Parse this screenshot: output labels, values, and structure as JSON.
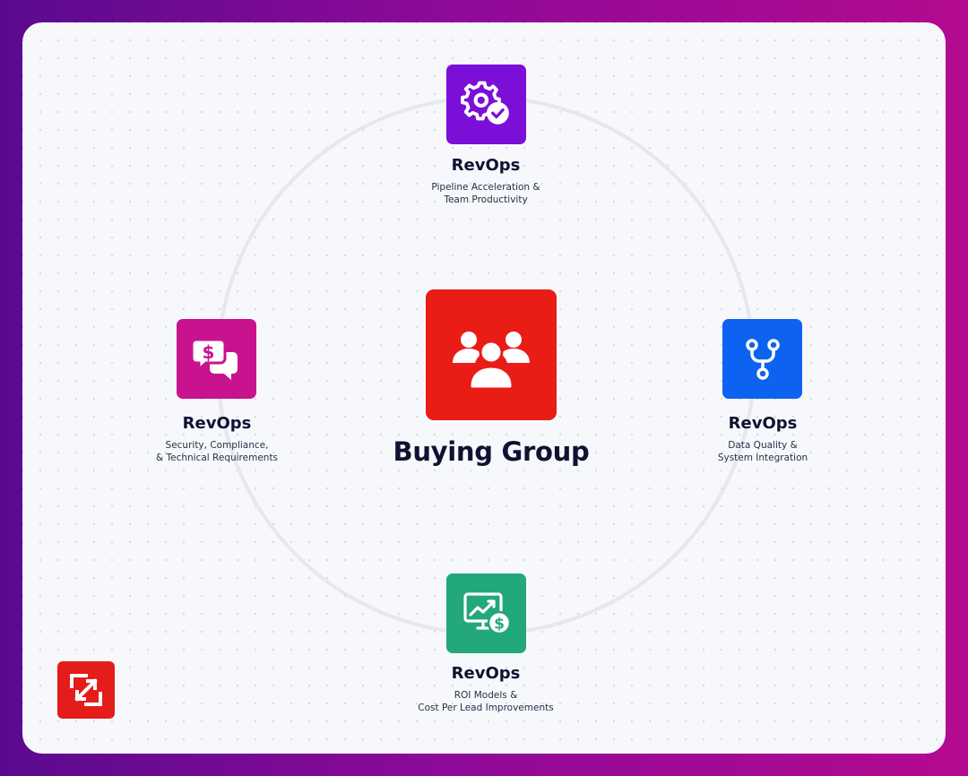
{
  "diagram": {
    "center": {
      "title": "Buying Group",
      "icon": "people-group-icon",
      "color": "#ea1c16"
    },
    "nodes": [
      {
        "position": "top",
        "title": "RevOps",
        "lines": [
          "Pipeline Acceleration &",
          "Team Productivity"
        ],
        "icon": "gear-check-icon",
        "color": "#7b0fd8"
      },
      {
        "position": "left",
        "title": "RevOps",
        "lines": [
          "Security, Compliance,",
          "& Technical Requirements"
        ],
        "icon": "dollar-chat-icon",
        "color": "#c8128e"
      },
      {
        "position": "right",
        "title": "RevOps",
        "lines": [
          "Data Quality &",
          "System Integration"
        ],
        "icon": "branch-icon",
        "color": "#0e62f2"
      },
      {
        "position": "bottom",
        "title": "RevOps",
        "lines": [
          "ROI Models &",
          "Cost Per Lead Improvements"
        ],
        "icon": "monitor-growth-dollar-icon",
        "color": "#23a879"
      }
    ],
    "ring_color": "#e6e7ef",
    "brand_logo": {
      "icon": "zoominfo-logo-icon",
      "color": "#e41c1a"
    }
  }
}
